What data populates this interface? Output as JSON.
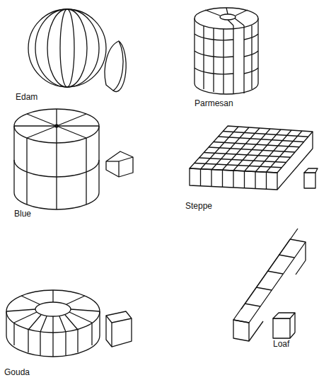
{
  "diagram": {
    "labels": [
      "Edam",
      "Parmesan",
      "Blue",
      "Steppe",
      "Gouda",
      "Loaf"
    ]
  }
}
